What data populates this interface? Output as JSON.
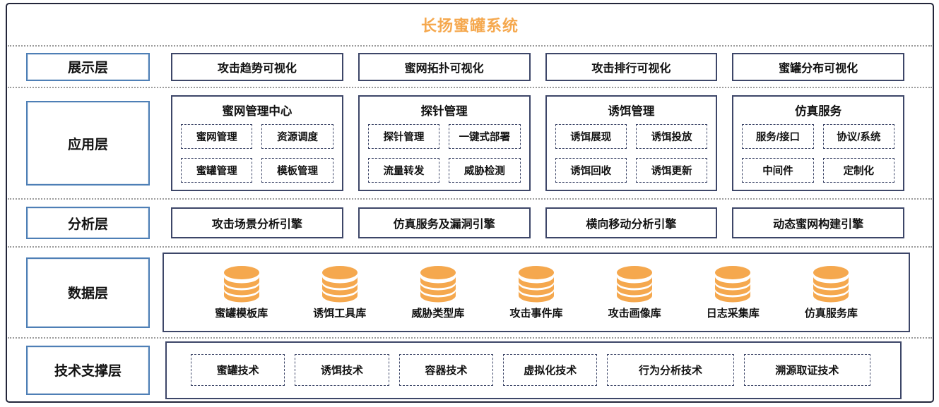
{
  "title": "长扬蜜罐系统",
  "colors": {
    "orange": "#F5A84E",
    "navy": "#3D4668",
    "blue": "#4E7FB6",
    "frame": "#23263A",
    "divider": "#8A8A8A"
  },
  "icons": {
    "database": "database-icon"
  },
  "layers": {
    "display": {
      "label": "展示层",
      "items": [
        "攻击趋势可视化",
        "蜜网拓扑可视化",
        "攻击排行可视化",
        "蜜罐分布可视化"
      ]
    },
    "application": {
      "label": "应用层",
      "groups": [
        {
          "title": "蜜网管理中心",
          "items": [
            "蜜网管理",
            "资源调度",
            "蜜罐管理",
            "模板管理"
          ]
        },
        {
          "title": "探针管理",
          "items": [
            "探针管理",
            "一键式部署",
            "流量转发",
            "威胁检测"
          ]
        },
        {
          "title": "诱饵管理",
          "items": [
            "诱饵展现",
            "诱饵投放",
            "诱饵回收",
            "诱饵更新"
          ]
        },
        {
          "title": "仿真服务",
          "items": [
            "服务/接口",
            "协议/系统",
            "中间件",
            "定制化"
          ]
        }
      ]
    },
    "analysis": {
      "label": "分析层",
      "items": [
        "攻击场景分析引擎",
        "仿真服务及漏洞引擎",
        "横向移动分析引擎",
        "动态蜜网构建引擎"
      ]
    },
    "data": {
      "label": "数据层",
      "databases": [
        "蜜罐模板库",
        "诱饵工具库",
        "威胁类型库",
        "攻击事件库",
        "攻击画像库",
        "日志采集库",
        "仿真服务库"
      ]
    },
    "tech": {
      "label": "技术支撑层",
      "items": [
        "蜜罐技术",
        "诱饵技术",
        "容器技术",
        "虚拟化技术",
        "行为分析技术",
        "溯源取证技术"
      ]
    }
  }
}
